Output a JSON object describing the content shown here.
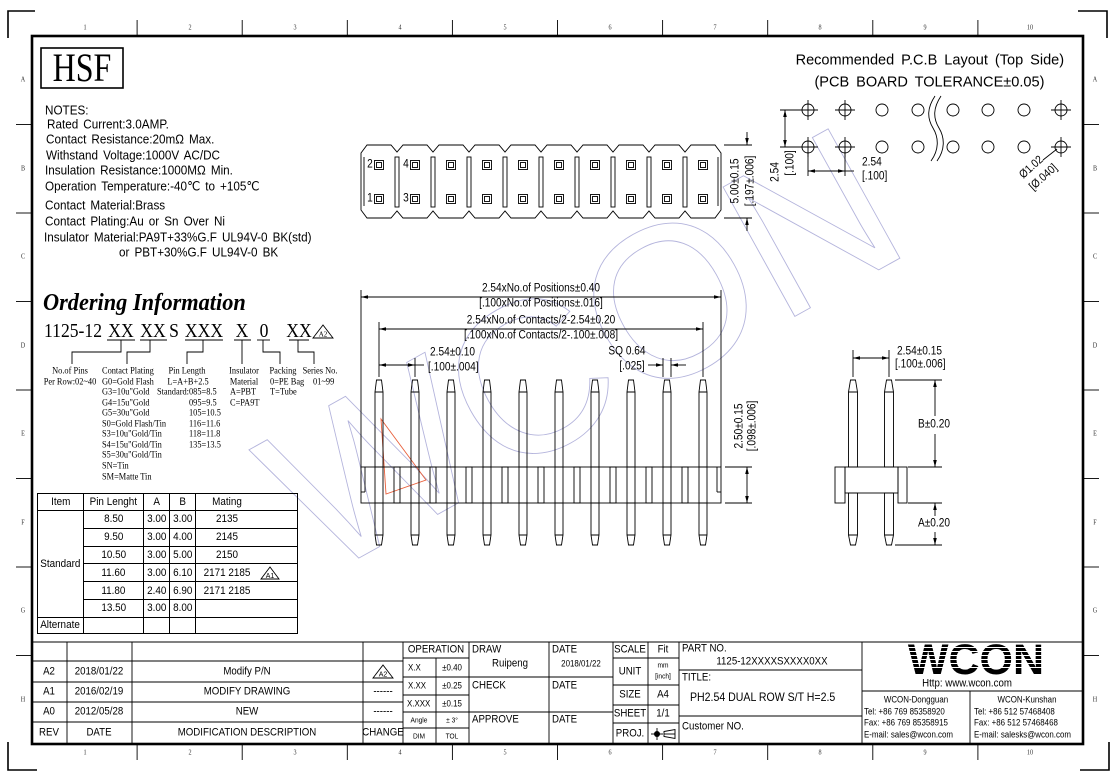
{
  "sheet": {
    "columns": [
      "1",
      "2",
      "3",
      "4",
      "5",
      "6",
      "7",
      "8",
      "9",
      "10"
    ],
    "rows": [
      "A",
      "B",
      "C",
      "D",
      "E",
      "F",
      "G",
      "H"
    ]
  },
  "colors": {
    "line": "#000000",
    "watermark": "#b4b4dc",
    "annotation": "#e8603c"
  },
  "watermark": "WCON",
  "logo_box": "HSF",
  "notes": {
    "heading": "NOTES:",
    "electrical": [
      "Rated Current:3.0AMP.",
      "Contact Resistance:20mΩ Max.",
      "Withstand Voltage:1000V AC/DC",
      "Insulation Resistance:1000MΩ Min.",
      "Operation Temperature:-40℃ to +105℃"
    ],
    "material": [
      "Contact Material:Brass",
      "Contact Plating:Au or Sn Over Ni",
      "Insulator Material:PA9T+33%G.F UL94V-0 BK(std)"
    ],
    "material_alt": "or PBT+30%G.F UL94V-0 BK"
  },
  "ordering": {
    "title": "Ordering Information",
    "prefix": "1125-12",
    "parts": [
      "XX",
      "XX",
      "S",
      "XXX",
      "X",
      "0",
      "XX"
    ],
    "revision_mark": "A2",
    "pins": {
      "label": "No.of Pins",
      "lines": [
        "Per Row:02~40"
      ]
    },
    "plating": {
      "label": "Contact Plating",
      "lines": [
        "G0=Gold Flash",
        "G3=10u\"Gold",
        "G4=15u\"Gold",
        "G5=30u\"Gold",
        "S0=Gold Flash/Tin",
        "S3=10u\"Gold/Tin",
        "S4=15u\"Gold/Tin",
        "S5=30u\"Gold/Tin",
        "SN=Tin",
        "SM=Matte Tin"
      ]
    },
    "pin_length": {
      "label": "Pin Length",
      "formula": "L=A+B+2.5",
      "standard_label": "Standard:",
      "codes": [
        "085=8.5",
        "095=9.5",
        "105=10.5",
        "116=11.6",
        "118=11.8",
        "135=13.5"
      ]
    },
    "insulator": {
      "label": "Insulator",
      "lines": [
        "Material",
        "A=PBT",
        "C=PA9T"
      ]
    },
    "packing": {
      "label": "Packing",
      "lines": [
        "0=PE Bag",
        "T=Tube"
      ]
    },
    "series": {
      "label": "Series No.",
      "lines": [
        "01~99"
      ]
    }
  },
  "pin_table": {
    "headers": [
      "Item",
      "Pin Lenght",
      "A",
      "B",
      "Mating"
    ],
    "standard_label": "Standard",
    "alternate_label": "Alternate",
    "rows": [
      {
        "pin_length": "8.50",
        "a": "3.00",
        "b": "3.00",
        "mating": "2135"
      },
      {
        "pin_length": "9.50",
        "a": "3.00",
        "b": "4.00",
        "mating": "2145"
      },
      {
        "pin_length": "10.50",
        "a": "3.00",
        "b": "5.00",
        "mating": "2150"
      },
      {
        "pin_length": "11.60",
        "a": "3.00",
        "b": "6.10",
        "mating": "2171  2185",
        "rev_mark": "A1"
      },
      {
        "pin_length": "11.80",
        "a": "2.40",
        "b": "6.90",
        "mating": "2171  2185"
      },
      {
        "pin_length": "13.50",
        "a": "3.00",
        "b": "8.00",
        "mating": ""
      }
    ]
  },
  "pcb_layout": {
    "title": "Recommended P.C.B Layout (Top Side)",
    "tolerance": "(PCB BOARD TOLERANCE±0.05)",
    "row_pitch": "2.54",
    "row_pitch_in": "[.100]",
    "col_pitch": "2.54",
    "col_pitch_in": "[.100]",
    "hole_dia": "Ø1.02",
    "hole_dia_in": "[Ø.040]"
  },
  "top_view": {
    "pin_labels_row1": [
      "2",
      "4"
    ],
    "pin_labels_row2": [
      "1",
      "3"
    ],
    "width": "5.00±0.15",
    "width_in": "[.197±.006]"
  },
  "front_view": {
    "overall": "2.54xNo.of Positions±0.40",
    "overall_in": "[.100xNo.of Positions±.016]",
    "contacts": "2.54xNo.of Contacts/2-2.54±0.20",
    "contacts_in": "[.100xNo.of Contacts/2-.100±.008]",
    "pitch": "2.54±0.10",
    "pitch_in": "[.100±.004]",
    "pin_size": "SQ 0.64",
    "pin_size_in": "[.025]",
    "housing_height": "2.50±0.15",
    "housing_height_in": "[.098±.006]"
  },
  "side_view": {
    "row_pitch": "2.54±0.15",
    "row_pitch_in": "[.100±.006]",
    "b_dim": "B±0.20",
    "a_dim": "A±0.20"
  },
  "revisions": {
    "headers": {
      "rev": "REV",
      "date": "DATE",
      "desc": "MODIFICATION DESCRIPTION",
      "change": "CHANGE"
    },
    "rows": [
      {
        "rev": "A2",
        "date": "2018/01/22",
        "desc": "Modify P/N",
        "change_mark": "A2"
      },
      {
        "rev": "A1",
        "date": "2016/02/19",
        "desc": "MODIFY DRAWING",
        "change": "------"
      },
      {
        "rev": "A0",
        "date": "2012/05/28",
        "desc": "NEW",
        "change": "------"
      }
    ]
  },
  "tolerances": {
    "header": "OPERATION",
    "rows": [
      {
        "dim": "X.X",
        "tol": "±0.40"
      },
      {
        "dim": "X.XX",
        "tol": "±0.25"
      },
      {
        "dim": "X.XXX",
        "tol": "±0.15"
      },
      {
        "dim": "Angle",
        "tol": "± 3°"
      }
    ],
    "footer_dim": "DIM",
    "footer_tol": "TOL"
  },
  "approvals": {
    "draw_label": "DRAW",
    "drawn_by": "Ruipeng",
    "date_label": "DATE",
    "draw_date": "2018/01/22",
    "check_label": "CHECK",
    "approve_label": "APPROVE"
  },
  "sheet_info": {
    "scale_label": "SCALE",
    "scale": "Fit",
    "unit_label": "UNIT",
    "unit_primary": "mm",
    "unit_secondary": "[inch]",
    "size_label": "SIZE",
    "size": "A4",
    "sheet_label": "SHEET",
    "sheet": "1/1",
    "proj_label": "PROJ."
  },
  "part": {
    "part_no_label": "PART NO.",
    "part_no": "1125-12XXXXSXXXX0XX",
    "title_label": "TITLE:",
    "title": "PH2.54 DUAL ROW S/T H=2.5",
    "customer_label": "Customer NO."
  },
  "company": {
    "logo": "WCON",
    "url": "Http: www.wcon.com",
    "offices": [
      {
        "name": "WCON-Dongguan",
        "tel": "Tel: +86 769 85358920",
        "fax": "Fax: +86 769 85358915",
        "email": "E-mail: sales@wcon.com"
      },
      {
        "name": "WCON-Kunshan",
        "tel": "Tel: +86 512 57468408",
        "fax": "Fax: +86 512 57468468",
        "email": "E-mail: salesks@wcon.com"
      }
    ]
  }
}
